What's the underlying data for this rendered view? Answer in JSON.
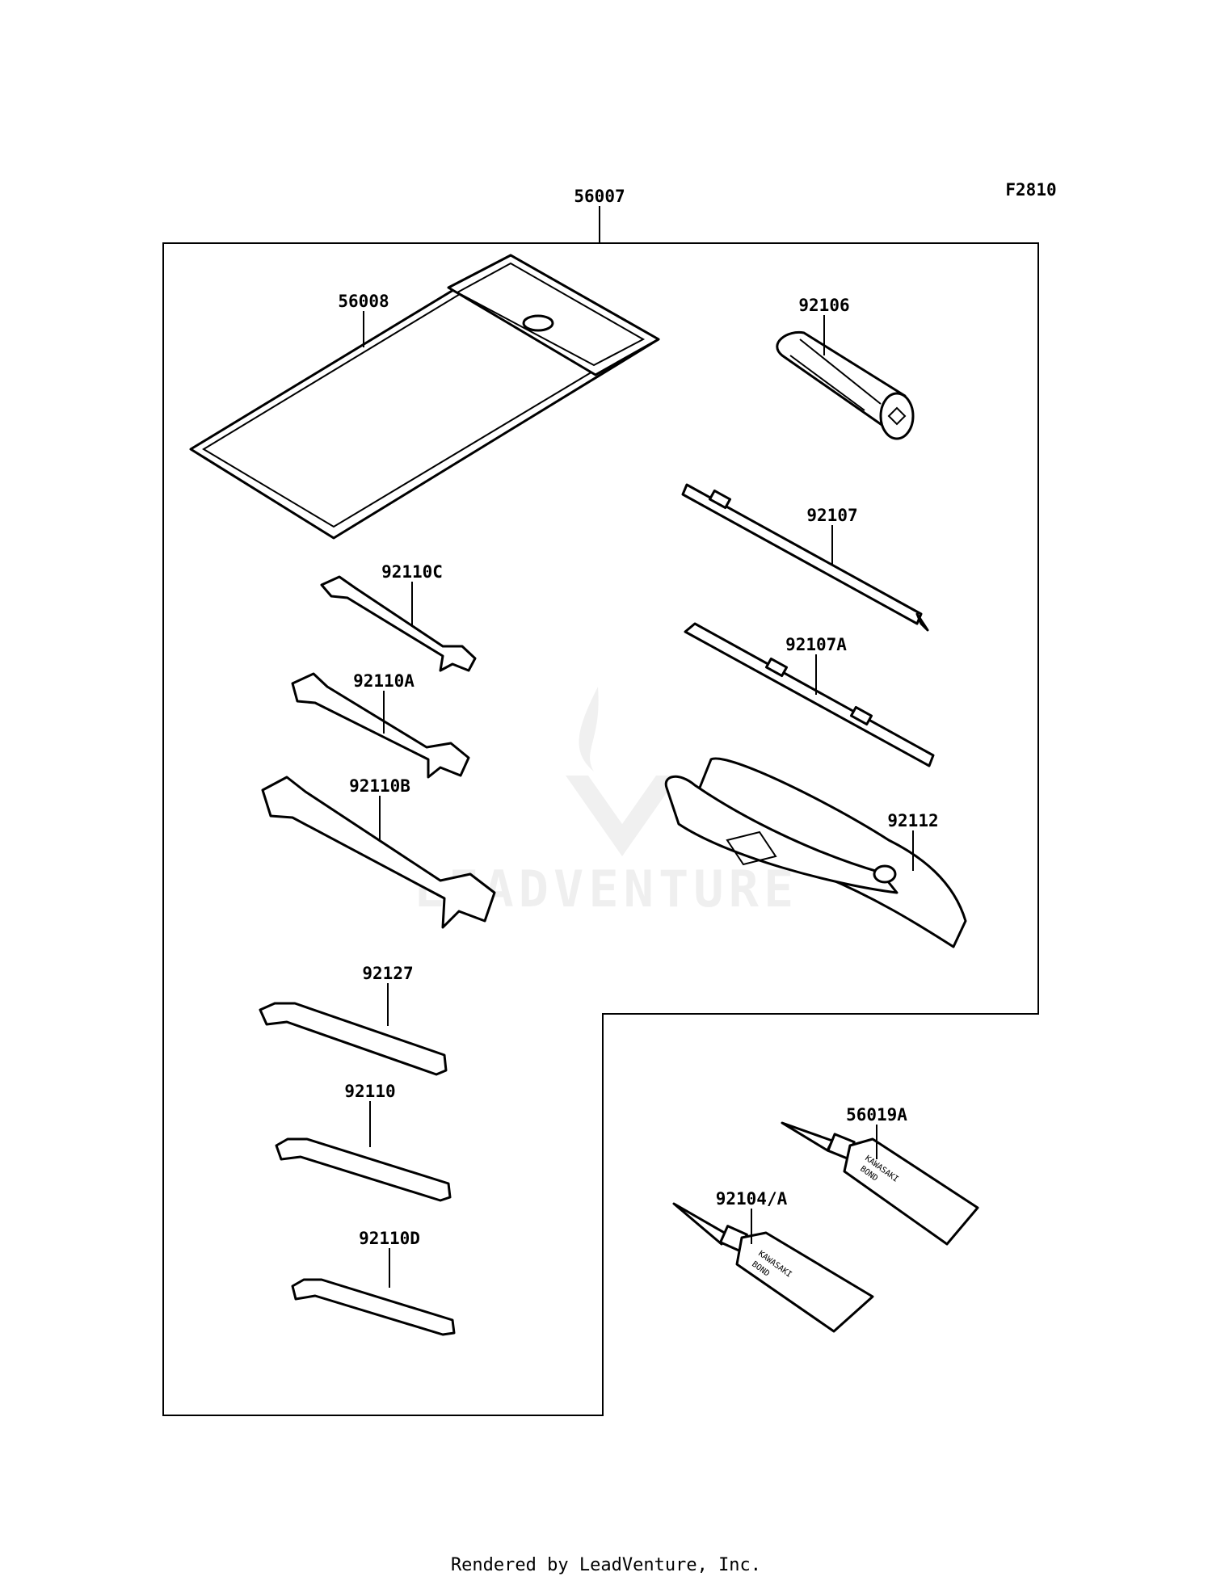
{
  "diagram": {
    "code": "F2810",
    "assembly_number": "56007",
    "parts": [
      {
        "number": "56008"
      },
      {
        "number": "92106"
      },
      {
        "number": "92107"
      },
      {
        "number": "92107A"
      },
      {
        "number": "92112"
      },
      {
        "number": "92110C"
      },
      {
        "number": "92110A"
      },
      {
        "number": "92110B"
      },
      {
        "number": "92127"
      },
      {
        "number": "92110"
      },
      {
        "number": "92110D"
      },
      {
        "number": "56019A"
      },
      {
        "number": "92104/A"
      }
    ],
    "tube_text": [
      "KAWASAKI",
      "BOND"
    ]
  },
  "watermark": {
    "text": "LEADVENTURE"
  },
  "footer": {
    "text": "Rendered by LeadVenture, Inc."
  }
}
